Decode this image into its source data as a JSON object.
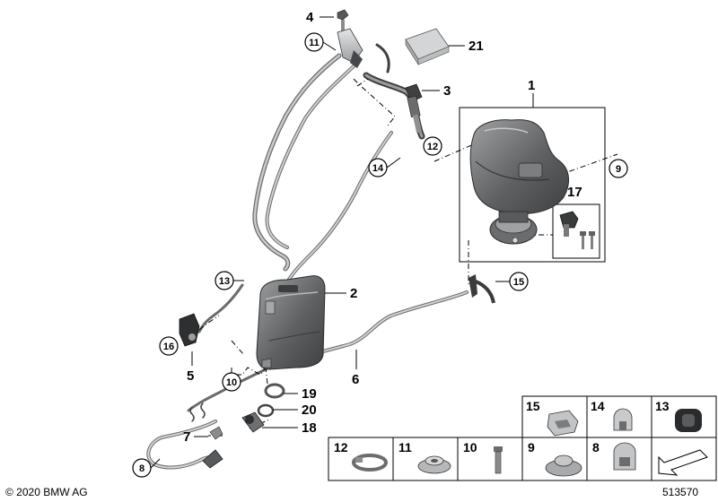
{
  "callouts": {
    "c1": "1",
    "c2": "2",
    "c3": "3",
    "c4": "4",
    "c5": "5",
    "c6": "6",
    "c7": "7",
    "c17": "17",
    "c18": "18",
    "c19": "19",
    "c20": "20",
    "c21": "21"
  },
  "circled": {
    "c8": "8",
    "c9": "9",
    "c10": "10",
    "c11": "11",
    "c12": "12",
    "c13": "13",
    "c14": "14",
    "c15": "15",
    "c16": "16"
  },
  "legend": {
    "top_row": [
      "15",
      "14",
      "13"
    ],
    "bottom_row": [
      "12",
      "11",
      "10",
      "9",
      "8"
    ]
  },
  "footer": {
    "copyright": "© 2020 BMW AG",
    "diagram_id": "513570"
  },
  "colors": {
    "ink": "#000000",
    "tank_dark": "#5a5c5e",
    "tank_mid": "#8a8c8e",
    "part_light": "#c8c9ca",
    "hose": "#9a9b9c"
  }
}
